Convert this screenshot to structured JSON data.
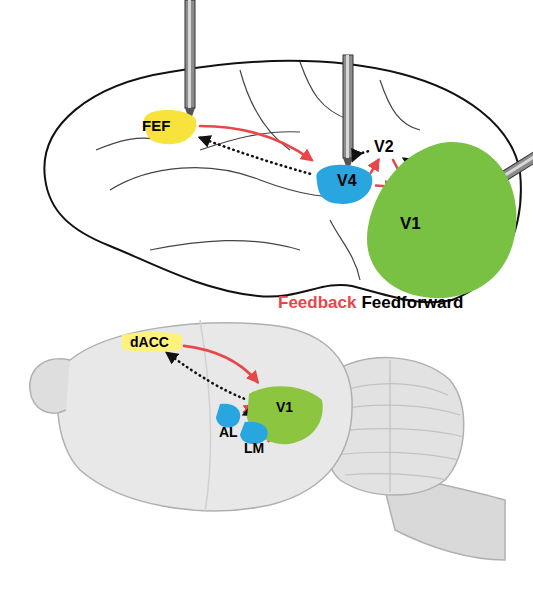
{
  "diagram": {
    "nodes": [
      {
        "text": [
          "FEF"
        ]
      },
      {
        "text": [
          "V4"
        ]
      },
      {
        "text": [
          "V2"
        ]
      },
      {
        "text": [
          "V1"
        ]
      },
      {
        "text": [
          "dACC"
        ]
      },
      {
        "text": [
          "V1"
        ]
      },
      {
        "text": [
          "AL"
        ]
      },
      {
        "text": [
          "LM"
        ]
      }
    ],
    "edges": [
      {
        "from": 0,
        "to": 1,
        "arrow": "to"
      },
      {
        "from": 1,
        "to": 0,
        "arrow": "to"
      },
      {
        "from": 1,
        "to": 2,
        "arrow": "to"
      },
      {
        "from": 1,
        "to": 3,
        "arrow": "to"
      },
      {
        "from": 2,
        "to": 3,
        "arrow": "to"
      },
      {
        "from": 3,
        "to": 2,
        "arrow": "to"
      },
      {
        "from": 2,
        "to": 1,
        "arrow": "to"
      },
      {
        "from": 4,
        "to": 5,
        "arrow": "to"
      },
      {
        "from": 5,
        "to": 4,
        "arrow": "to"
      },
      {
        "from": 6,
        "to": 5,
        "arrow": "to"
      },
      {
        "from": 7,
        "to": 5,
        "arrow": "to"
      },
      {
        "from": 5,
        "to": 6,
        "arrow": "to"
      }
    ],
    "legend": [
      {
        "text": "Feedback",
        "color": "#e8474a"
      },
      {
        "text": "Feedforward",
        "color": "#000000"
      }
    ]
  }
}
